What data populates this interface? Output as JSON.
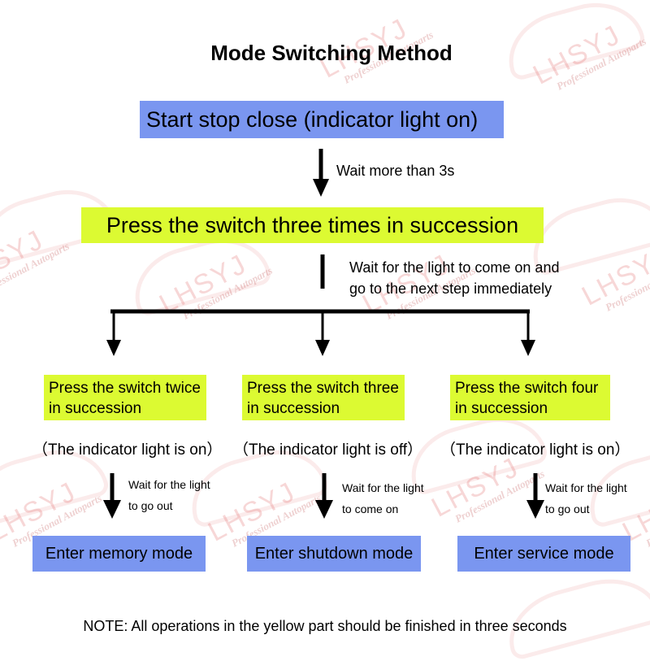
{
  "title": "Mode Switching Method",
  "start_box": "Start stop close (indicator light on)",
  "wait_3s": "Wait more than 3s",
  "press_three_box": "Press the switch three times in succession",
  "wait_light_note": [
    "Wait for the light to come on and",
    "go to the next step immediately"
  ],
  "branches": [
    {
      "press_label": [
        "Press the switch twice",
        "in succession"
      ],
      "status": "（The indicator light is on）",
      "wait_note": [
        "Wait for the light",
        "to go out"
      ],
      "mode": "Enter memory mode"
    },
    {
      "press_label": [
        "Press the switch three",
        "in succession"
      ],
      "status": "（The indicator light is off）",
      "wait_note": [
        "Wait for the light",
        "to come on"
      ],
      "mode": "Enter shutdown mode"
    },
    {
      "press_label": [
        "Press the switch four",
        "in succession"
      ],
      "status": "（The indicator light is on）",
      "wait_note": [
        "Wait for the light",
        "to go out"
      ],
      "mode": "Enter service mode"
    }
  ],
  "footer_note": "NOTE: All operations in the yellow part should be finished in three seconds",
  "watermark": {
    "brand": "LHSYJ",
    "subtitle": "Professional Autoparts"
  },
  "colors": {
    "blue_box": "#7a96f0",
    "yellow_box": "#dcfa32",
    "arrow": "#000000",
    "watermark": "#e06e6e"
  }
}
